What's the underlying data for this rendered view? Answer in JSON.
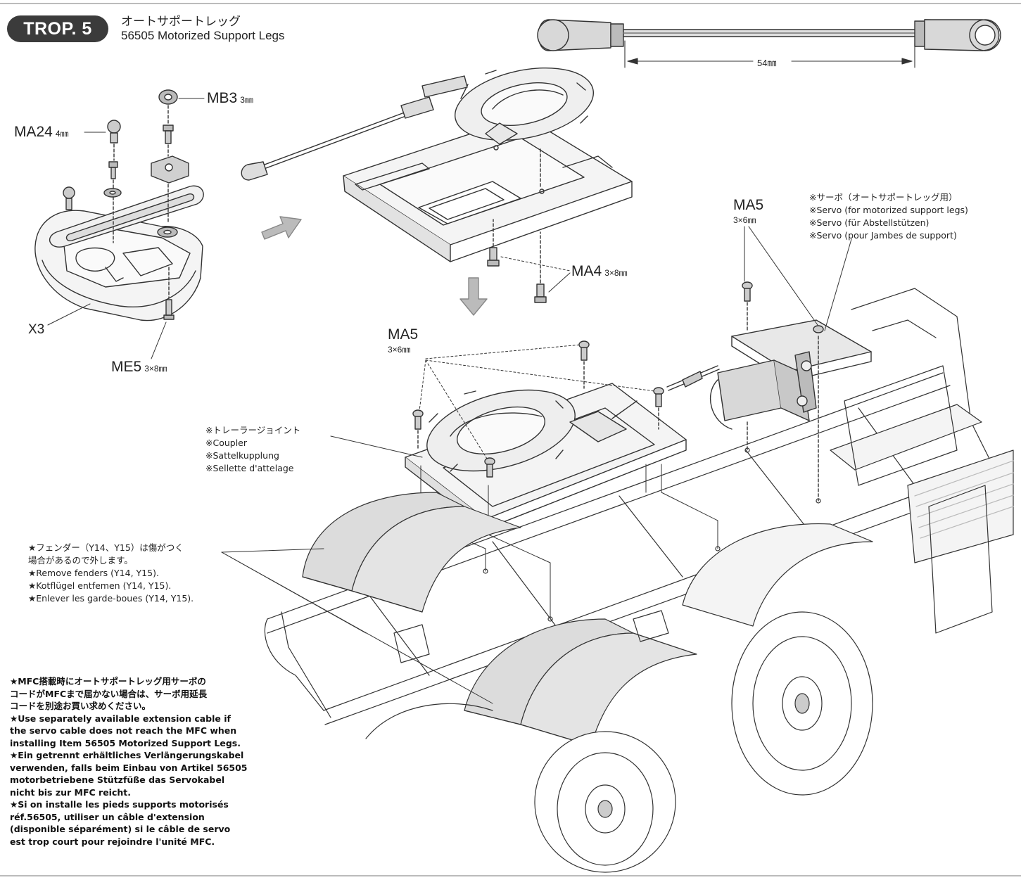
{
  "header": {
    "step_badge": "TROP. 5",
    "title_jp": "オートサポートレッグ",
    "title_en": "56505 Motorized Support Legs"
  },
  "rod": {
    "length_label": "54㎜"
  },
  "parts": {
    "mb3": {
      "code": "MB3",
      "size": "3㎜"
    },
    "ma24": {
      "code": "MA24",
      "size": "4㎜"
    },
    "x3": {
      "code": "X3"
    },
    "me5": {
      "code": "ME5",
      "size": "3×8㎜"
    },
    "ma4": {
      "code": "MA4",
      "size": "3×8㎜"
    },
    "ma5_center": {
      "code": "MA5",
      "size": "3×6㎜"
    },
    "ma5_right": {
      "code": "MA5",
      "size": "3×6㎜"
    }
  },
  "callouts": {
    "servo": [
      "※サーボ（オートサポートレッグ用）",
      "※Servo (for motorized support legs)",
      "※Servo (für Abstellstützen)",
      "※Servo (pour Jambes de support)"
    ],
    "coupler": [
      "※トレーラージョイント",
      "※Coupler",
      "※Sattelkupplung",
      "※Sellette d'attelage"
    ],
    "fenders": [
      "★フェンダー（Y14、Y15）は傷がつく",
      "場合があるので外します。",
      "★Remove fenders (Y14, Y15).",
      "★Kotflügel entfemen (Y14, Y15).",
      "★Enlever les garde-boues (Y14, Y15)."
    ]
  },
  "note": [
    "★MFC搭載時にオートサポートレッグ用サーボの",
    "コードがMFCまで届かない場合は、サーボ用延長",
    "コードを別途お買い求めください。",
    "★Use separately available extension cable if",
    "the servo cable does not reach the MFC when",
    "installing Item 56505 Motorized Support Legs.",
    "★Ein getrennt erhältliches Verlängerungskabel",
    "verwenden, falls beim Einbau von Artikel 56505",
    "motorbetriebene Stützfüße das Servokabel",
    "nicht bis zur MFC reicht.",
    "★Si on installe les pieds supports motorisés",
    "réf.56505, utiliser un câble d'extension",
    "(disponible séparément) si le câble de servo",
    "est trop court pour rejoindre l'unité MFC."
  ]
}
